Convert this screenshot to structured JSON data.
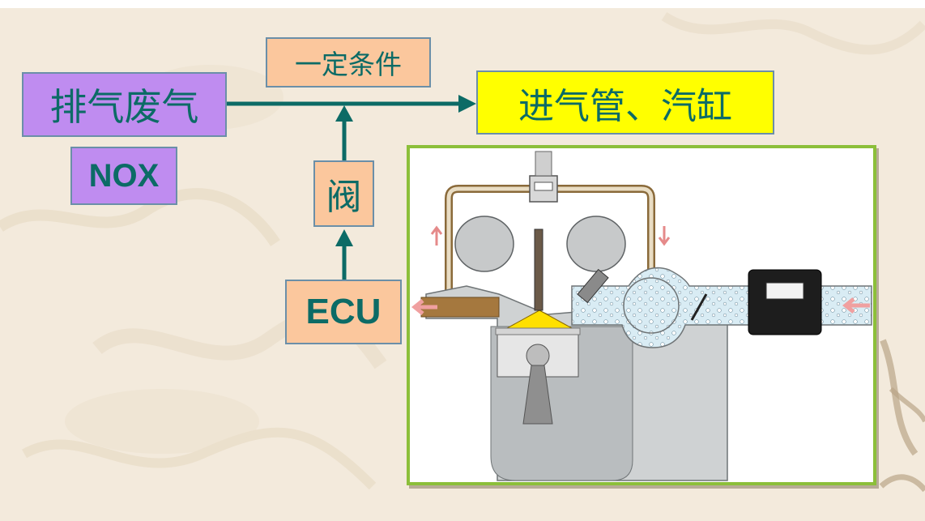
{
  "diagram": {
    "exhaust_gas_label": "排气废气",
    "nox_label": "NOX",
    "condition_label": "一定条件",
    "target_label": "进气管、汽缸",
    "valve_label": "阀",
    "ecu_label": "ECU"
  },
  "colors": {
    "arrow": "#0c6b66",
    "box_purple": "#bf8cf0",
    "box_peach": "#fbc79d",
    "box_yellow": "#ffff00",
    "frame_green": "#8cbf3a"
  }
}
